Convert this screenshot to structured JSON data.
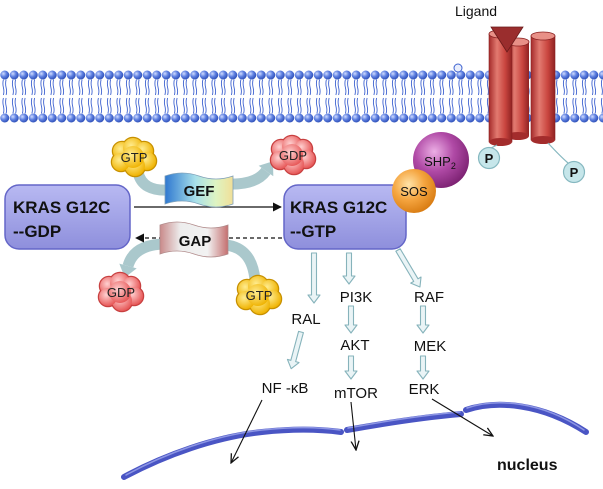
{
  "receptor": {
    "ligand_label": "Ligand"
  },
  "phosphates": [
    "P",
    "P"
  ],
  "shp2": {
    "label": "SHP",
    "subscript": "2"
  },
  "sos": {
    "label": "SOS"
  },
  "exchange": {
    "gef": "GEF",
    "gap": "GAP",
    "gef_gtp": "GTP",
    "gef_gdp": "GDP",
    "gap_gdp": "GDP",
    "gap_gtp": "GTP"
  },
  "kras_inactive": {
    "name": "KRAS G12C",
    "state": "--GDP"
  },
  "kras_active": {
    "name": "KRAS G12C",
    "state": "--GTP"
  },
  "pathways": {
    "ral": [
      "RAL",
      "NF -κB"
    ],
    "pi3k": [
      "PI3K",
      "AKT",
      "mTOR"
    ],
    "raf": [
      "RAF",
      "MEK",
      "ERK"
    ]
  },
  "nucleus": {
    "label": "nucleus"
  },
  "colors": {
    "membrane_head": "#3f63d0",
    "receptor": "#c9453f",
    "kras_box": "#9d9ee6",
    "shp2": "#a23c98",
    "sos": "#ee9a2a",
    "gtp": "#f4c20f",
    "gdp": "#ef6b6b",
    "phosphate": "#c6e6ea",
    "signal_arrow": "#8ab5bd",
    "nuclear_envelope": "#4a55c4"
  }
}
